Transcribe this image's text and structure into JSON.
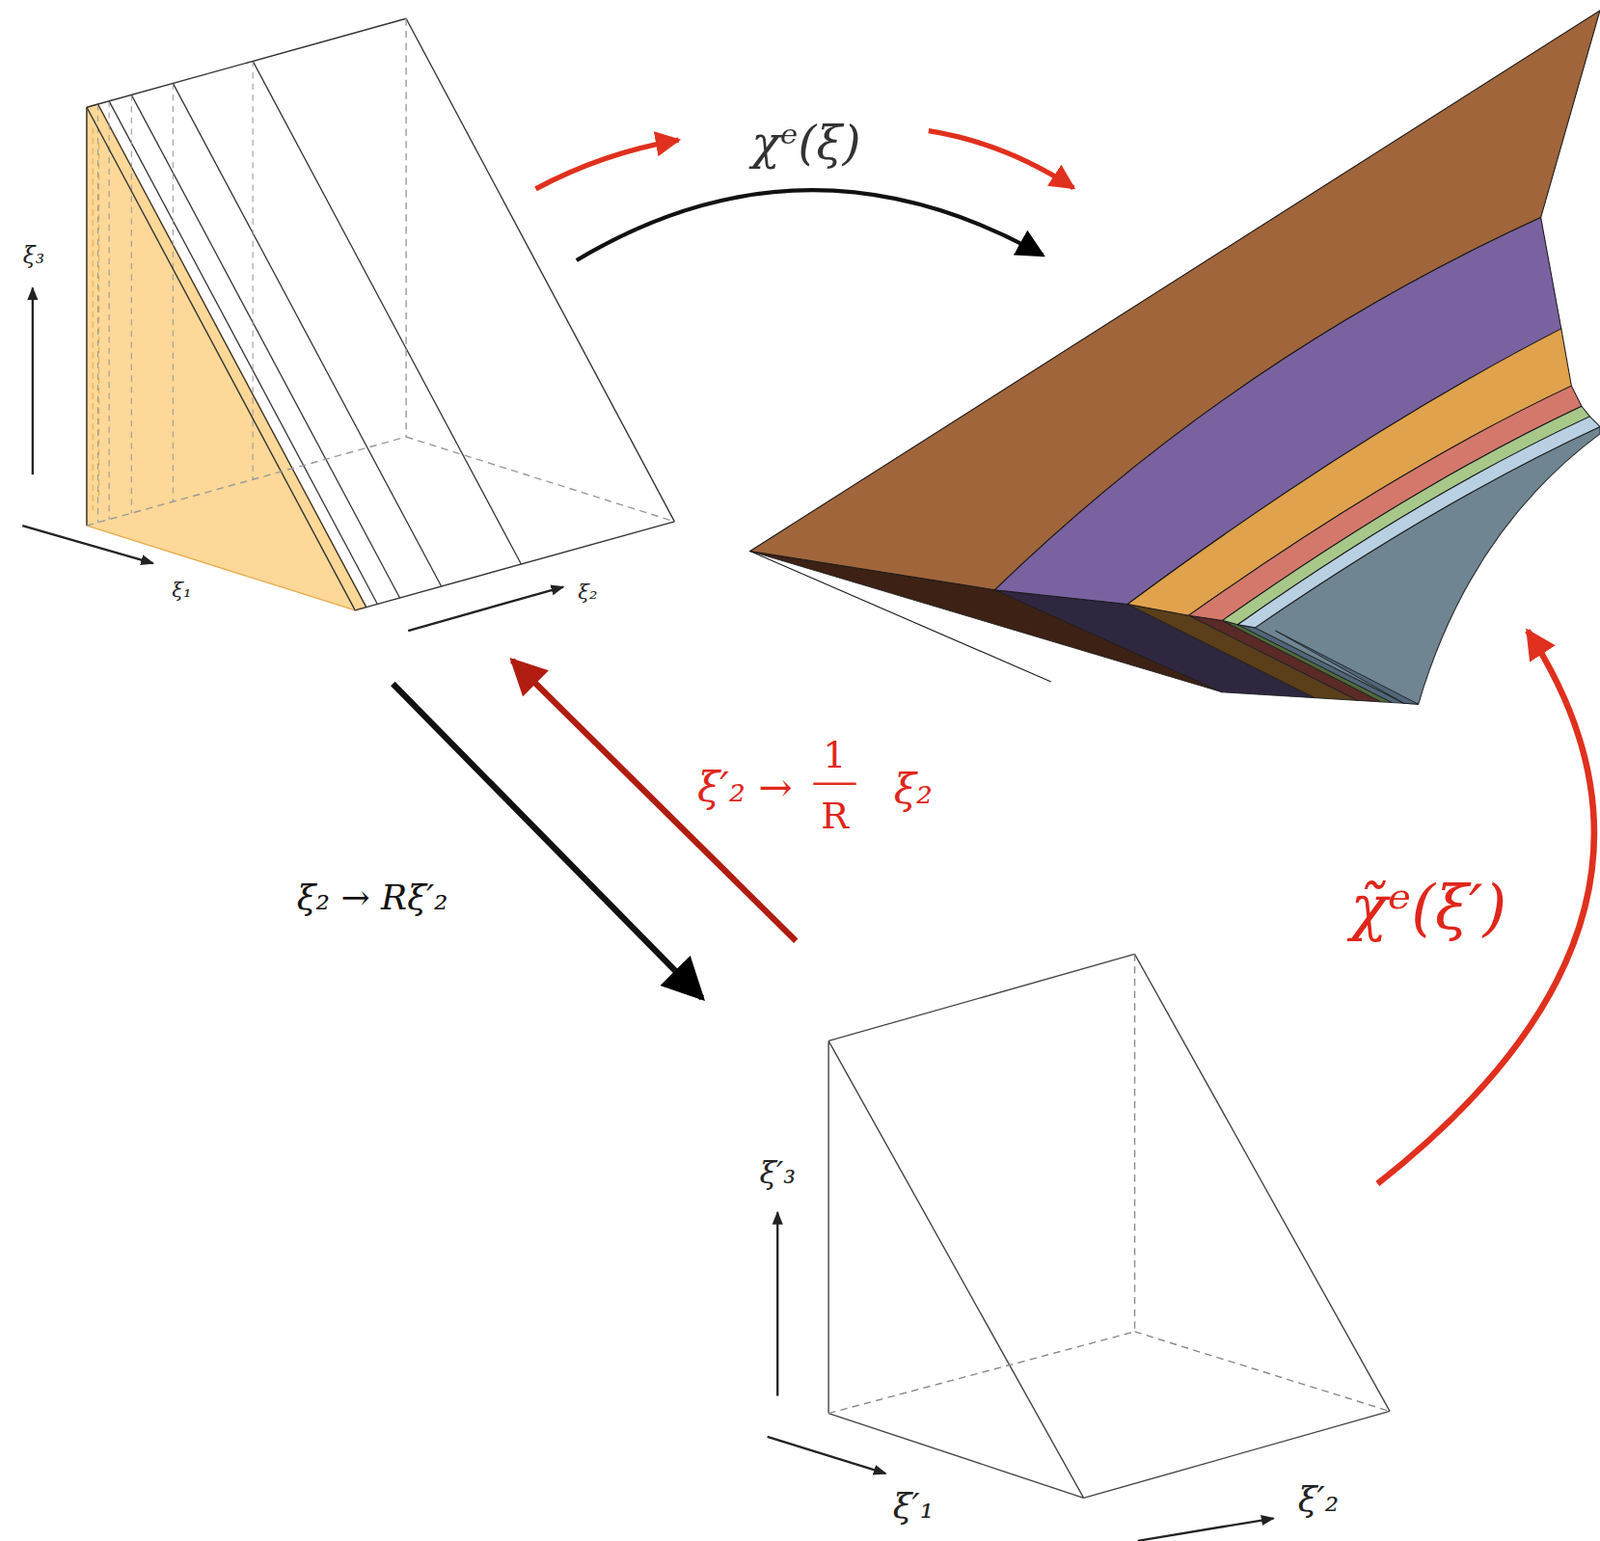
{
  "diagram": {
    "labels": [
      "χᵉ(ξ)",
      "ξ₃",
      "ξ₁",
      "ξ₂",
      "ξ₂ → Rξ′₂",
      "ξ′₂ →",
      "1",
      "R",
      "ξ₂",
      "χ̃ᵉ(ξ′)",
      "ξ′₃",
      "ξ′₁",
      "ξ′₂"
    ]
  }
}
